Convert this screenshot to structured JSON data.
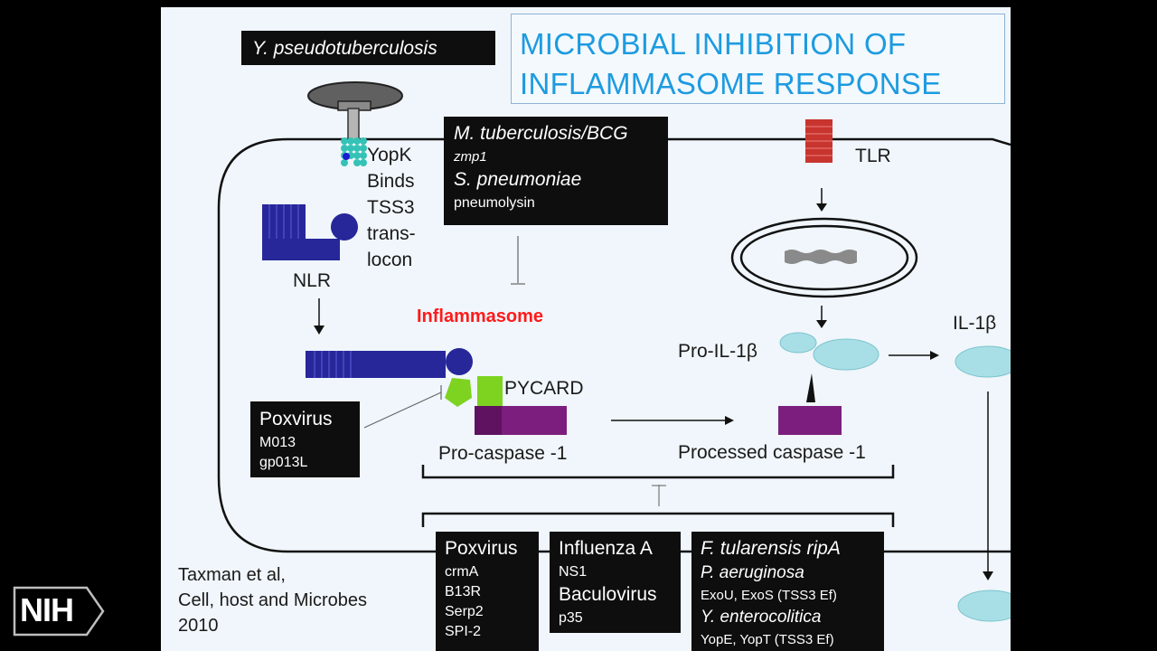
{
  "title": {
    "line1": "MICROBIAL INHIBITION OF",
    "line2": "INFLAMMASOME RESPONSE"
  },
  "yersinia_box": {
    "label": "Y. pseudotuberculosis"
  },
  "yopk": {
    "lines": [
      "YopK",
      "Binds",
      "TSS3",
      "trans-",
      "locon"
    ]
  },
  "mtb_box": {
    "line1": "M. tuberculosis/BCG",
    "line2": "zmp1",
    "line3": "S. pneumoniae",
    "line4": "pneumolysin"
  },
  "tlr_label": "TLR",
  "nlr_label": "NLR",
  "inflammasome_label": "Inflammasome",
  "pycard_label": "PYCARD",
  "pro_il1b_label": "Pro-IL-1β",
  "il1b_label": "IL-1β",
  "procaspase_label": "Pro-caspase -1",
  "processed_caspase_label": "Processed caspase -1",
  "poxvirus_box1": {
    "title": "Poxvirus",
    "item1": "M013",
    "item2": "gp013L"
  },
  "poxvirus_box2": {
    "title": "Poxvirus",
    "items": [
      "crmA",
      "B13R",
      "Serp2",
      "SPI-2"
    ]
  },
  "influenza_box": {
    "title1": "Influenza A",
    "item1": "NS1",
    "title2": "Baculovirus",
    "item2": "p35"
  },
  "bacteria_box": {
    "line1": "F. tularensis ripA",
    "line2": "P. aeruginosa",
    "line3": "ExoU,  ExoS (TSS3 Ef)",
    "line4": "Y. enterocolitica",
    "line5": "YopE, YopT (TSS3 Ef)"
  },
  "citation": {
    "line1": "Taxman et al,",
    "line2": "Cell, host and Microbes",
    "line3": "2010"
  },
  "logo": {
    "text": "NIH"
  },
  "colors": {
    "title": "#1d9be0",
    "inflammasome": "#ff1a1a",
    "nlr": "#27279a",
    "pycard": "#7ed321",
    "caspase": "#7c1e7e",
    "il1b": "#a8dfe6",
    "tlr": "#c8342e"
  }
}
